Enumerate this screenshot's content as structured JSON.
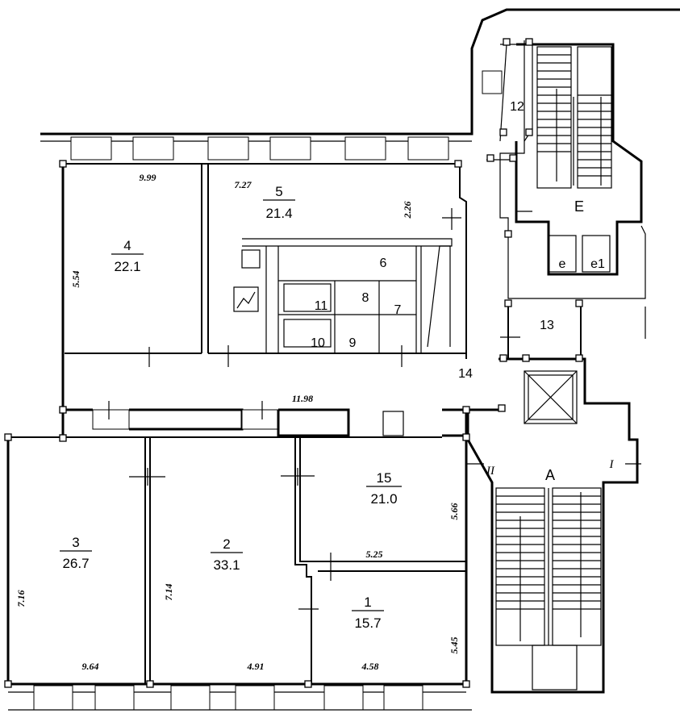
{
  "rooms": {
    "r1": {
      "number": "1",
      "area": "15.7"
    },
    "r2": {
      "number": "2",
      "area": "33.1"
    },
    "r3": {
      "number": "3",
      "area": "26.7"
    },
    "r4": {
      "number": "4",
      "area": "22.1"
    },
    "r5": {
      "number": "5",
      "area": "21.4"
    },
    "r6": {
      "number": "6"
    },
    "r7": {
      "number": "7"
    },
    "r8": {
      "number": "8"
    },
    "r9": {
      "number": "9"
    },
    "r10": {
      "number": "10"
    },
    "r11": {
      "number": "11"
    },
    "r12": {
      "number": "12"
    },
    "r13": {
      "number": "13"
    },
    "r14": {
      "number": "14"
    },
    "r15": {
      "number": "15",
      "area": "21.0"
    }
  },
  "stairs": {
    "stair_e": "E",
    "stair_a": "A",
    "lift_e": "e",
    "lift_e1": "e1",
    "entrance_1": "I",
    "entrance_2": "II"
  },
  "dimensions": {
    "d_999": "9.99",
    "d_727": "7.27",
    "d_226": "2.26",
    "d_554": "5.54",
    "d_1198": "11.98",
    "d_566": "5.66",
    "d_525": "5.25",
    "d_716": "7.16",
    "d_714": "7.14",
    "d_545": "5.45",
    "d_964": "9.64",
    "d_491": "4.91",
    "d_458": "4.58"
  }
}
